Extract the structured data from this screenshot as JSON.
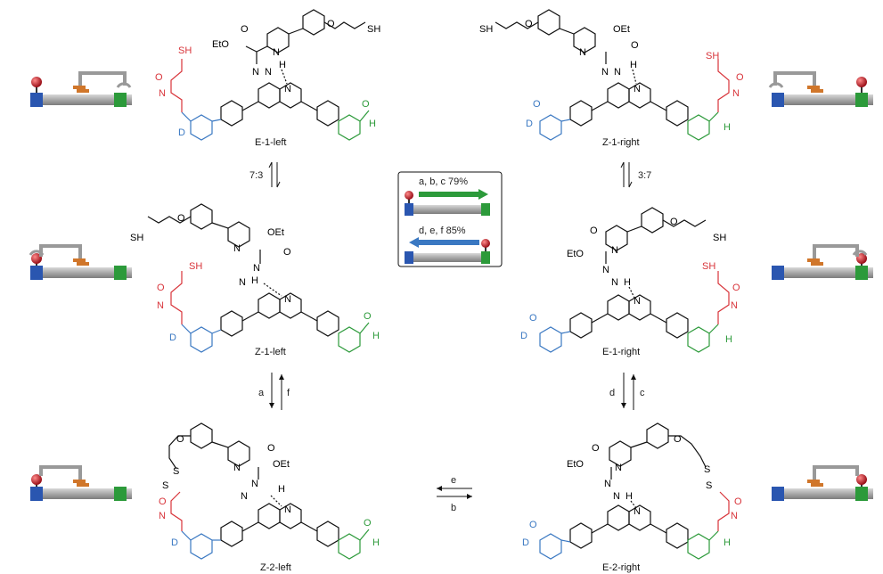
{
  "molecules": [
    {
      "id": "e1-left",
      "caption": "E-1-left",
      "thiol": "SH",
      "ester": "EtO",
      "hydrazone_side": "left",
      "aldehyde_label": "H",
      "d_label": "D"
    },
    {
      "id": "z1-right",
      "caption": "Z-1-right",
      "thiol": "SH",
      "ester": "OEt",
      "hydrazone_side": "right",
      "aldehyde_label": "D",
      "d_label": "H"
    },
    {
      "id": "z1-left",
      "caption": "Z-1-left",
      "thiol": "SH",
      "ester": "OEt",
      "hydrazone_side": "left",
      "aldehyde_label": "H",
      "d_label": "D"
    },
    {
      "id": "e1-right",
      "caption": "E-1-right",
      "thiol": "SH",
      "ester": "EtO",
      "hydrazone_side": "right",
      "aldehyde_label": "D",
      "d_label": "H"
    },
    {
      "id": "z2-left",
      "caption": "Z-2-left",
      "ester": "OEt",
      "aldehyde_label": "H",
      "d_label": "D"
    },
    {
      "id": "e2-right",
      "caption": "E-2-right",
      "ester": "EtO",
      "aldehyde_label": "D",
      "d_label": "H"
    }
  ],
  "arrows": {
    "left_top_ratio": "7:3",
    "right_top_ratio": "3:7",
    "left_down": "a",
    "left_up": "f",
    "right_down": "d",
    "right_up": "c",
    "bottom_left": "e",
    "bottom_right": "b"
  },
  "center_box": {
    "forward_label": "a, b, c 79%",
    "reverse_label": "d, e, f 85%",
    "forward_color": "#2c9a3a",
    "reverse_color": "#3a78c2"
  },
  "atoms": {
    "N": "N",
    "H": "H",
    "O": "O",
    "S": "S"
  },
  "colors": {
    "blue": "#3a78c2",
    "green": "#2c9a3a",
    "red": "#d8343a",
    "orange": "#d0762a",
    "gray": "#9a9a9a",
    "ball": "#c0202a"
  }
}
